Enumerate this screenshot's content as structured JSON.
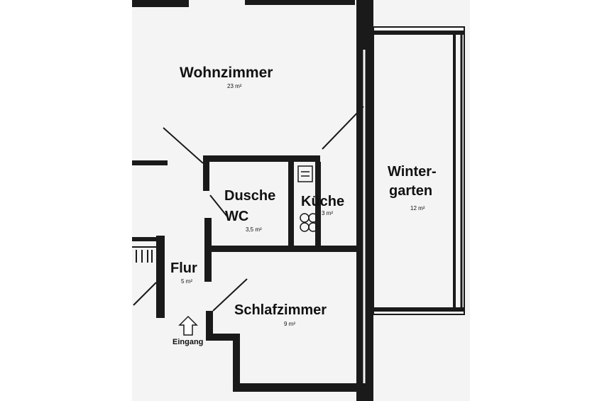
{
  "rooms": {
    "wohnzimmer": {
      "name": "Wohnzimmer",
      "area": "23 m²"
    },
    "dusche_wc": {
      "name_line1": "Dusche",
      "name_line2": "WC",
      "area": "3,5 m²"
    },
    "kueche": {
      "name": "Küche",
      "area": "3 m²"
    },
    "wintergarten": {
      "name_line1": "Winter-",
      "name_line2": "garten",
      "area": "12 m²"
    },
    "flur": {
      "name": "Flur",
      "area": "5 m²"
    },
    "schlafzimmer": {
      "name": "Schlafzimmer",
      "area": "9 m²"
    }
  },
  "entrance": {
    "label": "Eingang",
    "icon": "up-arrow-icon"
  },
  "colors": {
    "wall": "#1a1a1a",
    "paper": "#f4f4f4",
    "background": "#ffffff"
  }
}
